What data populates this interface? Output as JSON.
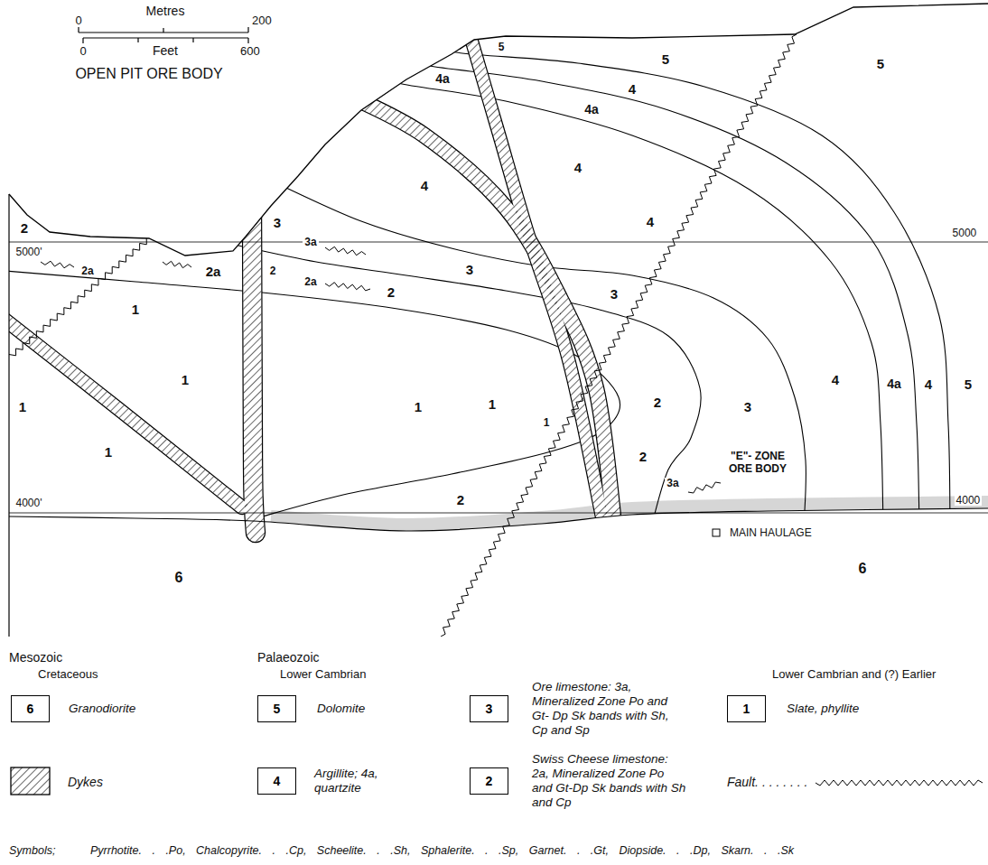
{
  "diagram": {
    "nodes": [
      {
        "text": [
          "6",
          "Granodiorite"
        ]
      },
      {
        "text": [
          "5",
          "Dolomite"
        ]
      },
      {
        "text": [
          "3",
          "Ore limestone: 3a, Mineralized Zone Po and Gt- Dp Sk bands with Sh, Cp and Sp"
        ]
      },
      {
        "text": [
          "1",
          "Slate, phyllite"
        ]
      },
      {
        "text": [
          "4",
          "Argillite; 4a, quartzite"
        ]
      },
      {
        "text": [
          "2",
          "Swiss Cheese limestone: 2a, Mineralized Zone Po and Gt-Dp Sk bands with Sh and Cp"
        ]
      }
    ],
    "labels": [
      "Metres",
      "0",
      "200",
      "0",
      "Feet",
      "600",
      "OPEN PIT ORE BODY",
      "5000'",
      "5000",
      "2",
      "2a",
      "2a",
      "2",
      "3",
      "3a",
      "2a",
      "4a",
      "5",
      "4",
      "4a",
      "5",
      "5",
      "4",
      "4",
      "4",
      "3",
      "2",
      "3",
      "1",
      "1",
      "1",
      "1",
      "1",
      "1",
      "2",
      "3",
      "4",
      "4a",
      "4",
      "5",
      "2",
      "1",
      "\"E\"- ZONE ORE BODY",
      "3a",
      "4000'",
      "4000",
      "2",
      "MAIN HAULAGE",
      "6",
      "6",
      "Mesozoic",
      "Cretaceous",
      "Palaeozoic",
      "Lower Cambrian",
      "Lower Cambrian and (?) Earlier",
      "Symbols;",
      "Pyrrhotite. . .Po, Chalcopyrite. . .Cp, Scheelite. . .Sh, Sphalerite. . .Sp, Garnet. . .Gt, Diopside. . .Dp, Skarn. . .Sk"
    ],
    "legend": [
      {
        "text": "Dykes"
      },
      {
        "text": "Fault. . . . . . . ."
      }
    ]
  }
}
